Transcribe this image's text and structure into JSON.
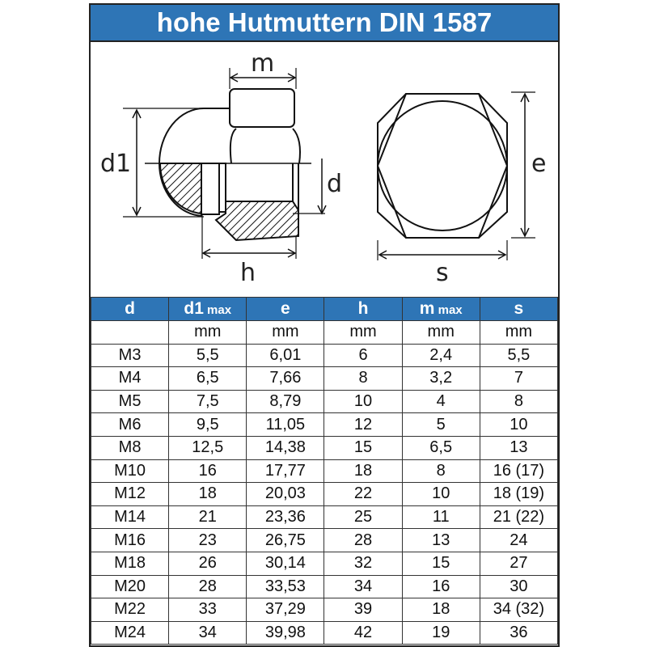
{
  "title": "hohe Hutmuttern DIN 1587",
  "drawing": {
    "labels": {
      "m": "m",
      "d1": "d1",
      "d": "d",
      "h": "h",
      "e": "e",
      "s": "s"
    }
  },
  "colors": {
    "header_blue": "#2e75b6"
  },
  "table": {
    "headers": [
      {
        "main": "d",
        "sub": ""
      },
      {
        "main": "d1",
        "sub": " max"
      },
      {
        "main": "e",
        "sub": ""
      },
      {
        "main": "h",
        "sub": ""
      },
      {
        "main": "m",
        "sub": " max"
      },
      {
        "main": "s",
        "sub": ""
      }
    ],
    "units": [
      "",
      "mm",
      "mm",
      "mm",
      "mm",
      "mm"
    ],
    "rows": [
      [
        "M3",
        "5,5",
        "6,01",
        "6",
        "2,4",
        "5,5"
      ],
      [
        "M4",
        "6,5",
        "7,66",
        "8",
        "3,2",
        "7"
      ],
      [
        "M5",
        "7,5",
        "8,79",
        "10",
        "4",
        "8"
      ],
      [
        "M6",
        "9,5",
        "11,05",
        "12",
        "5",
        "10"
      ],
      [
        "M8",
        "12,5",
        "14,38",
        "15",
        "6,5",
        "13"
      ],
      [
        "M10",
        "16",
        "17,77",
        "18",
        "8",
        "16 (17)"
      ],
      [
        "M12",
        "18",
        "20,03",
        "22",
        "10",
        "18 (19)"
      ],
      [
        "M14",
        "21",
        "23,36",
        "25",
        "11",
        "21 (22)"
      ],
      [
        "M16",
        "23",
        "26,75",
        "28",
        "13",
        "24"
      ],
      [
        "M18",
        "26",
        "30,14",
        "32",
        "15",
        "27"
      ],
      [
        "M20",
        "28",
        "33,53",
        "34",
        "16",
        "30"
      ],
      [
        "M22",
        "33",
        "37,29",
        "39",
        "18",
        "34 (32)"
      ],
      [
        "M24",
        "34",
        "39,98",
        "42",
        "19",
        "36"
      ]
    ]
  }
}
